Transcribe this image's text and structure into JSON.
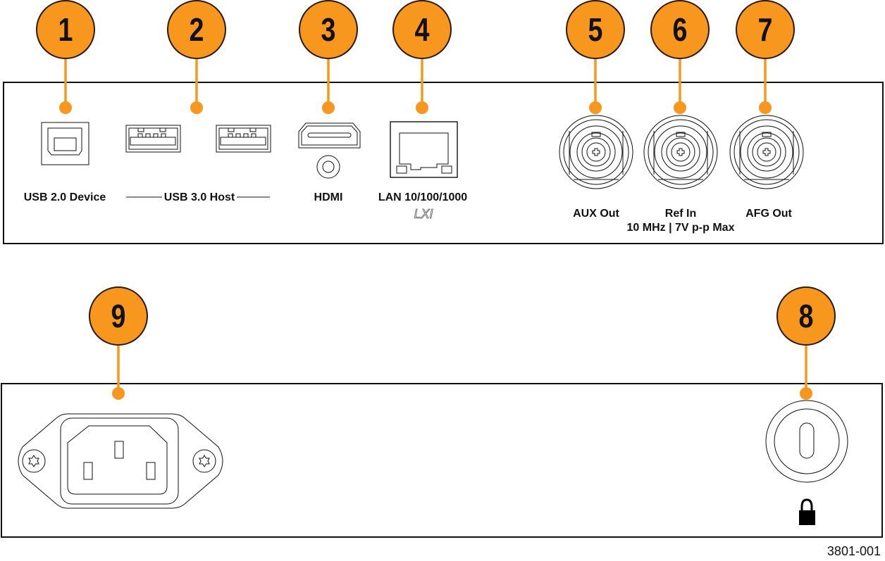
{
  "accent_color": "#F7971D",
  "figure_id": "3801-001",
  "top_panel": {
    "connectors": [
      {
        "callout": "1",
        "label": "USB 2.0 Device",
        "icon": "usb-b-port-icon"
      },
      {
        "callout": "2",
        "label": "USB 3.0 Host",
        "icon": "usb-a-port-icon"
      },
      {
        "callout": "3",
        "label": "HDMI",
        "icon": "hdmi-port-icon"
      },
      {
        "callout": "4",
        "label": "LAN 10/100/1000",
        "sublabel": "LXI",
        "icon": "rj45-port-icon"
      },
      {
        "callout": "5",
        "label": "AUX Out",
        "icon": "bnc-connector-icon"
      },
      {
        "callout": "6",
        "label": "Ref In",
        "sublabel": "10 MHz | 7V p-p Max",
        "icon": "bnc-connector-icon"
      },
      {
        "callout": "7",
        "label": "AFG Out",
        "icon": "bnc-connector-icon"
      }
    ]
  },
  "bottom_panel": {
    "connectors": [
      {
        "callout": "9",
        "label": "",
        "icon": "ac-power-inlet-icon"
      },
      {
        "callout": "8",
        "label": "",
        "icon": "security-lock-slot-icon"
      }
    ]
  }
}
